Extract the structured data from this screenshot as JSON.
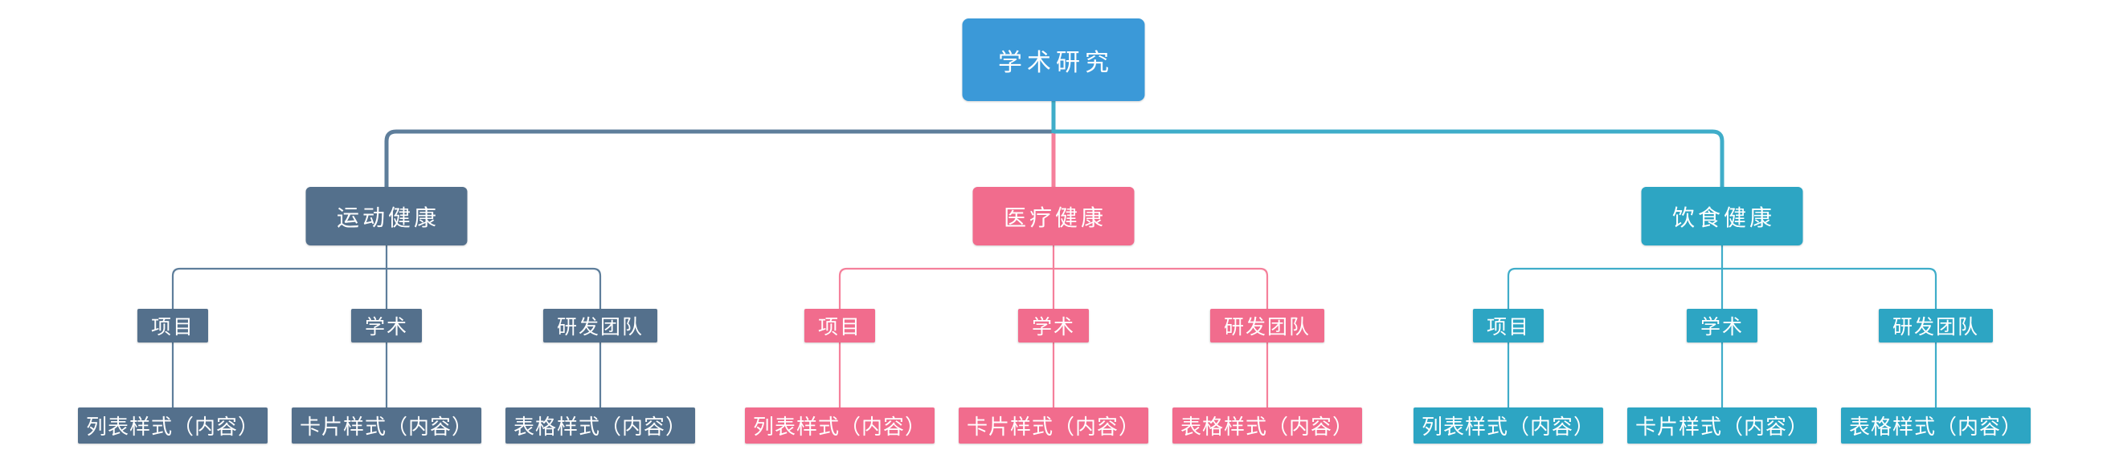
{
  "mindmap": {
    "root": {
      "label": "学术研究",
      "color": "#3B99D8"
    },
    "branches": [
      {
        "label": "运动健康",
        "color": "#54708C",
        "line_color": "#5E7E9B",
        "children": [
          {
            "label": "项目",
            "leaf": {
              "label": "列表样式（内容）"
            }
          },
          {
            "label": "学术",
            "leaf": {
              "label": "卡片样式（内容）"
            }
          },
          {
            "label": "研发团队",
            "leaf": {
              "label": "表格样式（内容）"
            }
          }
        ]
      },
      {
        "label": "医疗健康",
        "color": "#F16C8D",
        "line_color": "#F5809B",
        "children": [
          {
            "label": "项目",
            "leaf": {
              "label": "列表样式（内容）"
            }
          },
          {
            "label": "学术",
            "leaf": {
              "label": "卡片样式（内容）"
            }
          },
          {
            "label": "研发团队",
            "leaf": {
              "label": "表格样式（内容）"
            }
          }
        ]
      },
      {
        "label": "饮食健康",
        "color": "#2DA5C3",
        "line_color": "#3FADC9",
        "children": [
          {
            "label": "项目",
            "leaf": {
              "label": "列表样式（内容）"
            }
          },
          {
            "label": "学术",
            "leaf": {
              "label": "卡片样式（内容）"
            }
          },
          {
            "label": "研发团队",
            "leaf": {
              "label": "表格样式（内容）"
            }
          }
        ]
      }
    ],
    "background_color": "#FFFFFF",
    "text_color": "#FFFFFF"
  }
}
